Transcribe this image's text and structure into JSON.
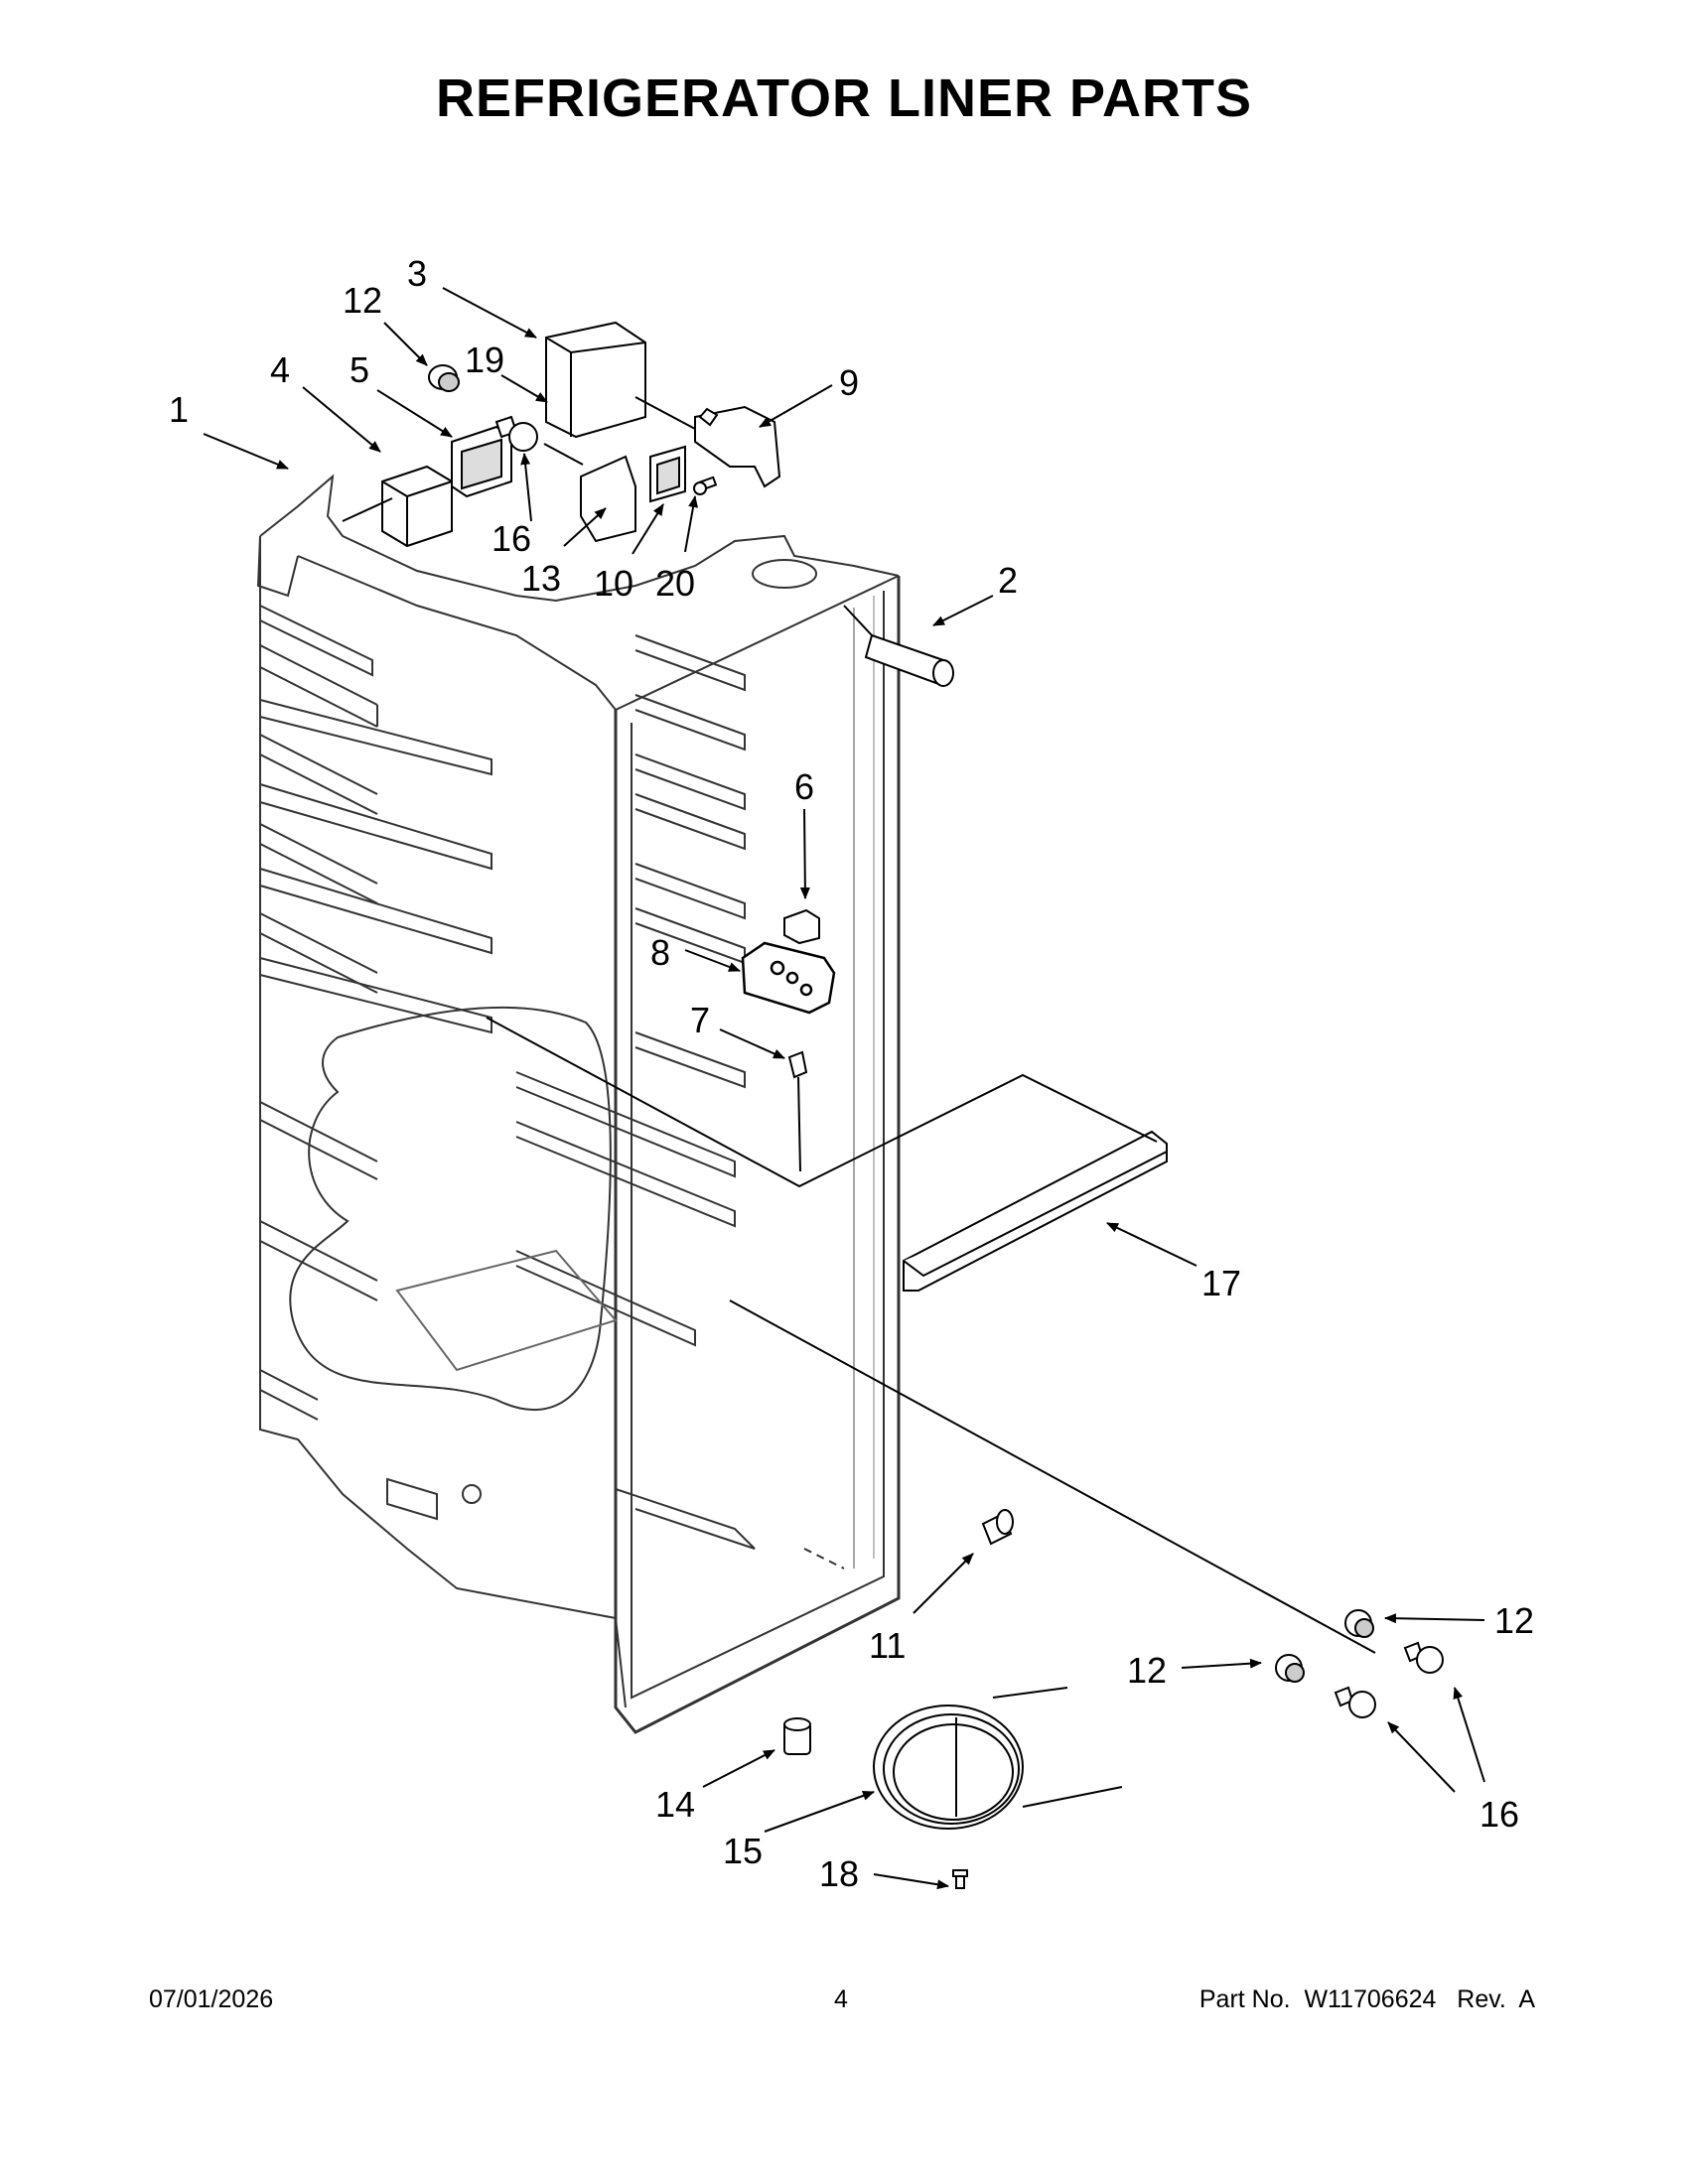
{
  "title": "REFRIGERATOR LINER PARTS",
  "callouts": {
    "c1": "1",
    "c2": "2",
    "c3": "3",
    "c4": "4",
    "c5": "5",
    "c6": "6",
    "c7": "7",
    "c8": "8",
    "c9": "9",
    "c10": "10",
    "c11": "11",
    "c12a": "12",
    "c12b": "12",
    "c12c": "12",
    "c13": "13",
    "c14": "14",
    "c15": "15",
    "c16a": "16",
    "c16b": "16",
    "c17": "17",
    "c18": "18",
    "c19": "19",
    "c20": "20"
  },
  "footer": {
    "date": "07/01/2026",
    "page": "4",
    "part": "Part No.  W11706624   Rev.  A"
  }
}
